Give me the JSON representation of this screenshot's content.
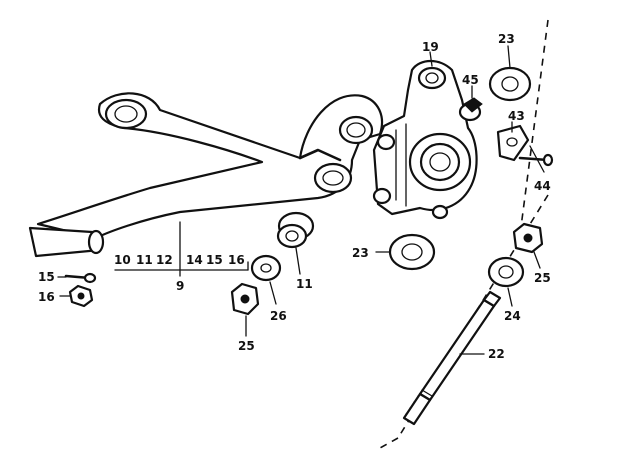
{
  "diagram": {
    "callouts": {
      "p10": "10",
      "p11a": "11",
      "p12": "12",
      "p14": "14",
      "p15a": "15",
      "p16a": "16",
      "p9": "9",
      "p15b": "15",
      "p16b": "16",
      "p11b": "11",
      "p26": "26",
      "p25a": "25",
      "p19": "19",
      "p23a": "23",
      "p45": "45",
      "p43": "43",
      "p44": "44",
      "p23b": "23",
      "p25b": "25",
      "p24": "24",
      "p22": "22"
    }
  }
}
